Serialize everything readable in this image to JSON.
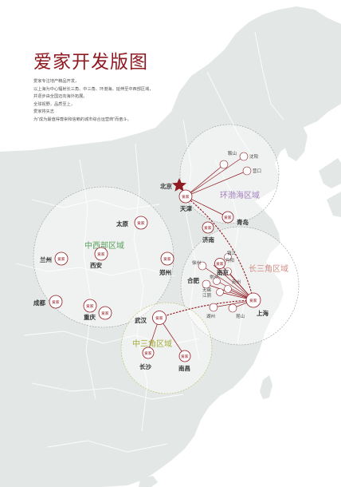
{
  "title": "爱家开发版图",
  "intro": [
    "爱家专注地产精品开发，",
    "以上海为中心辐射长三角、中三角、环渤海，延伸至中西部区域，",
    "并逐步由全国迈向海外拓展。",
    "全球视野，品质至上，",
    "爱家将矢志",
    "为“成为最值得尊崇和信赖的城市综合运营商”而奋斗。"
  ],
  "brand_badge": "爱家",
  "colors": {
    "brand": "#8f1a21",
    "land": "#e3e8e6",
    "sea": "#ffffff",
    "huanbohai": "#a47fbf",
    "zhongxibu": "#5aa05a",
    "changsanjiao": "#d08f86",
    "zhongsanjiao": "#a4ad3a"
  },
  "regions": {
    "zhongxibu": "中西部区域",
    "huanbohai": "环渤海区域",
    "changsanjiao": "长三角区域",
    "zhongsanjiao": "中三角区域"
  },
  "cities": {
    "beijing": "北京",
    "tianjin": "天津",
    "anshan": "鞍山",
    "shenyang": "沈阳",
    "yingkou": "营口",
    "qingdao": "青岛",
    "jinan": "济南",
    "taiyuan": "太原",
    "lanzhou": "兰州",
    "xian": "西安",
    "zhengzhou": "郑州",
    "chengdu": "成都",
    "chongqing": "重庆",
    "wuhan": "武汉",
    "changsha": "长沙",
    "nanchang": "南昌",
    "shanghai": "上海",
    "nanjing": "南京",
    "hefei": "合肥",
    "xuzhou": "徐州",
    "zhenjiang": "镇江",
    "danyang": "丹阳",
    "changzhou": "常州",
    "suzhou": "苏州",
    "wuxi": "无锡",
    "jiangyin": "江阴",
    "huzhou": "湖州",
    "kunshan": "昆山"
  }
}
